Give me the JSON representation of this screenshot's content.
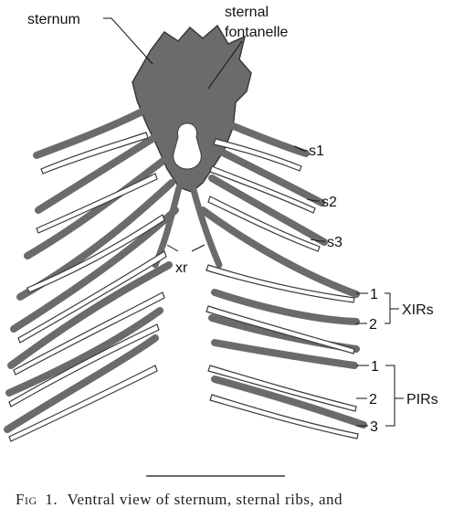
{
  "labels": {
    "sternum": "sternum",
    "sternal_fontanelle_line1": "sternal",
    "sternal_fontanelle_line2": "fontanelle",
    "s1": "s1",
    "s2": "s2",
    "s3": "s3",
    "xr": "xr",
    "xirs": "XIRs",
    "pirs": "PIRs",
    "xir_1": "1",
    "xir_2": "2",
    "pir_1": "1",
    "pir_2": "2",
    "pir_3": "3"
  },
  "caption": {
    "fig": "Fig",
    "number": "1.",
    "text": "Ventral view of sternum, sternal ribs, and"
  },
  "colors": {
    "bone": "#6b6b6b",
    "bone_outline": "#3a3a3a",
    "ink": "#111111"
  }
}
